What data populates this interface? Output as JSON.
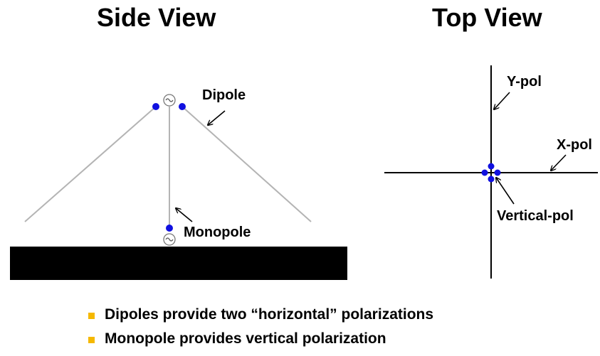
{
  "titles": {
    "side": "Side View",
    "top": "Top View"
  },
  "labels": {
    "dipole": "Dipole",
    "monopole": "Monopole",
    "y_pol": "Y-pol",
    "x_pol": "X-pol",
    "vertical_pol": "Vertical-pol"
  },
  "bullets": [
    "Dipoles provide two “horizontal” polarizations",
    "Monopole provides vertical polarization"
  ],
  "colors": {
    "feed_point": "#1010e0",
    "ground_plane": "#000000",
    "antenna_wire": "#b4b4b4",
    "bullet": "#f5b800"
  }
}
